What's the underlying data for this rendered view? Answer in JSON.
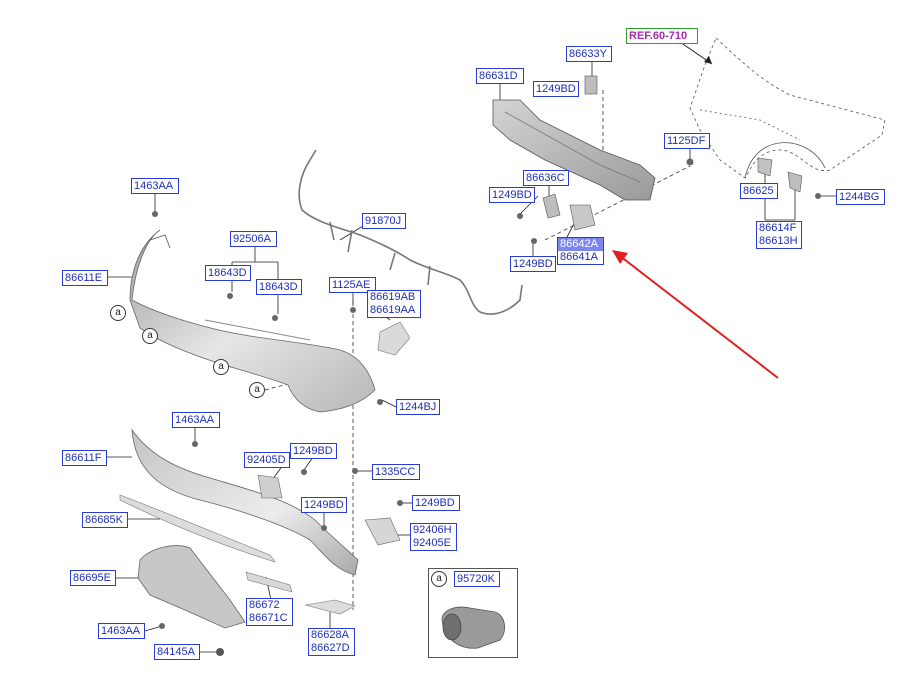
{
  "diagram": {
    "ref_label": "REF.60-710",
    "callout_letter": "a",
    "inset_part": "95720K",
    "labels": {
      "l_86633Y": "86633Y",
      "l_86631D": "86631D",
      "l_1249BD_a": "1249BD",
      "l_1125DF": "1125DF",
      "l_86636C": "86636C",
      "l_1249BD_b": "1249BD",
      "l_86642A": "86642A",
      "l_86641A": "86641A",
      "l_1249BD_c": "1249BD",
      "l_86625": "86625",
      "l_1244BG": "1244BG",
      "l_86614F": "86614F",
      "l_86613H": "86613H",
      "l_1463AA_a": "1463AA",
      "l_92506A": "92506A",
      "l_91870J": "91870J",
      "l_18643D_a": "18643D",
      "l_18643D_b": "18643D",
      "l_86611E": "86611E",
      "l_1125AE": "1125AE",
      "l_86619AB": "86619AB",
      "l_86619AA": "86619AA",
      "l_1244BJ": "1244BJ",
      "l_1463AA_b": "1463AA",
      "l_86611F": "86611F",
      "l_92405D": "92405D",
      "l_1249BD_d": "1249BD",
      "l_1335CC": "1335CC",
      "l_1249BD_e": "1249BD",
      "l_1249BD_f": "1249BD",
      "l_86685K": "86685K",
      "l_92406H": "92406H",
      "l_92405E": "92405E",
      "l_86695E": "86695E",
      "l_86672": "86672",
      "l_86671C": "86671C",
      "l_1463AA_c": "1463AA",
      "l_86628A": "86628A",
      "l_86627D": "86627D",
      "l_84145A": "84145A"
    }
  },
  "colors": {
    "label_border": "#2b3bd6",
    "label_text": "#1f2fb8",
    "selected_fill": "#7d86ef",
    "ref_border": "#2ca02c",
    "ref_text": "#a52ab0",
    "arrow": "#e02020"
  }
}
